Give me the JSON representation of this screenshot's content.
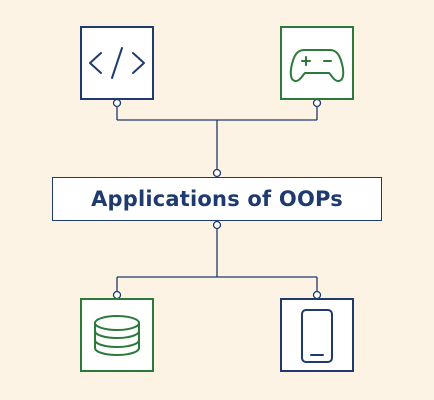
{
  "diagram": {
    "title": "Applications of OOPs",
    "nodes": [
      {
        "id": "code",
        "icon": "code-icon",
        "color": "#1e3a6e"
      },
      {
        "id": "gaming",
        "icon": "gamepad-icon",
        "color": "#2c7a3a"
      },
      {
        "id": "database",
        "icon": "database-icon",
        "color": "#2c7a3a"
      },
      {
        "id": "mobile",
        "icon": "mobile-phone-icon",
        "color": "#1e3a6e"
      }
    ]
  },
  "colors": {
    "background": "#fdf3e4",
    "navy": "#1e3a6e",
    "green": "#2c7a3a"
  }
}
